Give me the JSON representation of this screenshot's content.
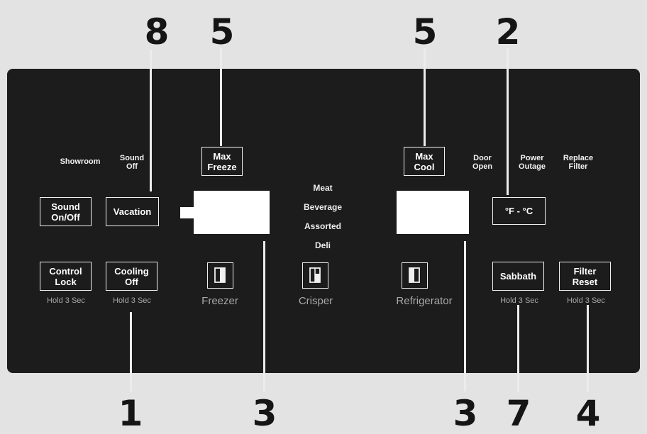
{
  "callouts": {
    "c8": "8",
    "c5_left": "5",
    "c5_right": "5",
    "c2": "2",
    "c1": "1",
    "c3_left": "3",
    "c3_right": "3",
    "c7": "7",
    "c4": "4"
  },
  "indicators": {
    "showroom": "Showroom",
    "sound_off": "Sound\nOff",
    "door_open": "Door\nOpen",
    "power_outage": "Power\nOutage",
    "replace_filter": "Replace\nFilter"
  },
  "buttons": {
    "max_freeze": "Max\nFreeze",
    "max_cool": "Max\nCool",
    "sound_onoff": "Sound\nOn/Off",
    "vacation": "Vacation",
    "temp_unit": "°F - °C",
    "control_lock": "Control\nLock",
    "cooling_off": "Cooling\nOff",
    "sabbath": "Sabbath",
    "filter_reset": "Filter\nReset"
  },
  "hold_labels": {
    "control_lock": "Hold 3 Sec",
    "cooling_off": "Hold 3 Sec",
    "sabbath": "Hold 3 Sec",
    "filter_reset": "Hold 3 Sec"
  },
  "crisper_modes": [
    "Meat",
    "Beverage",
    "Assorted",
    "Deli"
  ],
  "zones": {
    "freezer": "Freezer",
    "crisper": "Crisper",
    "refrigerator": "Refrigerator"
  },
  "icons": {
    "freezer": "freezer-door-icon",
    "crisper": "crisper-drawer-icon",
    "refrigerator": "refrigerator-door-icon"
  },
  "colors": {
    "panel": "#1c1c1c",
    "background": "#e3e3e3",
    "display": "#ffffff",
    "callout": "#151515"
  }
}
